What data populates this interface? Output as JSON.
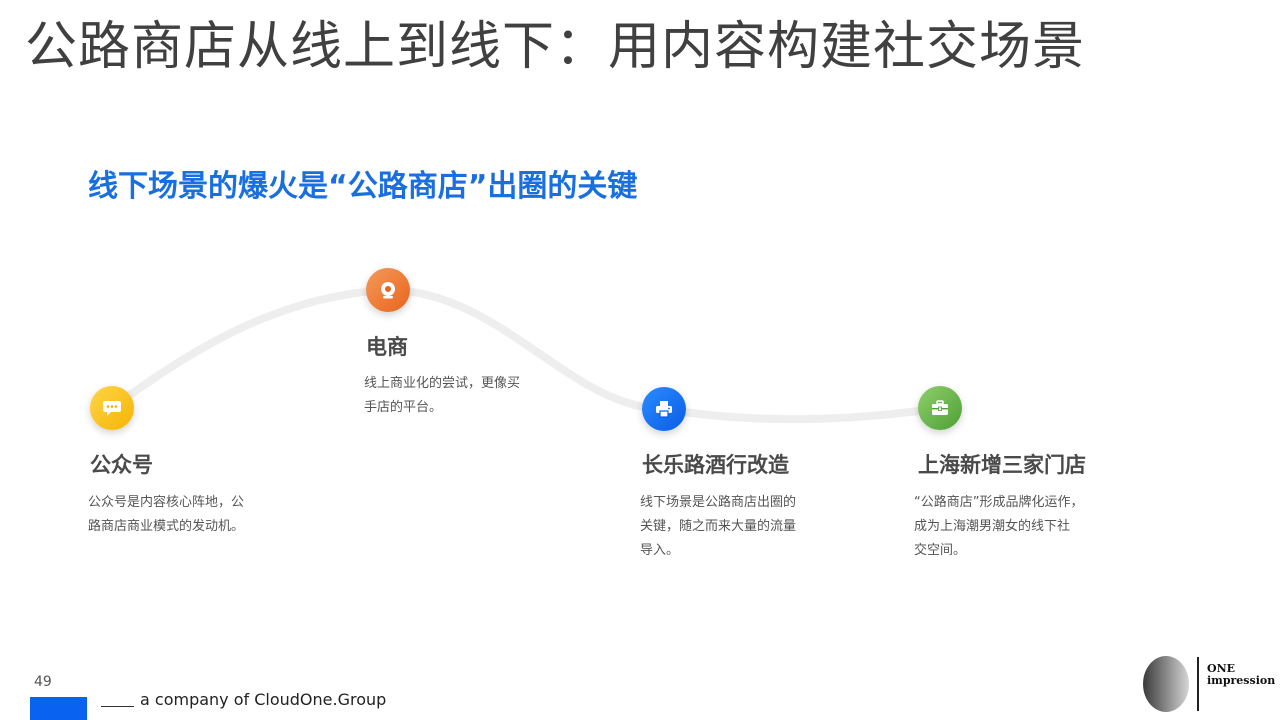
{
  "page": {
    "title": "公路商店从线上到线下：用内容构建社交场景",
    "subtitle": "线下场景的爆火是“公路商店”出圈的关键"
  },
  "timeline": {
    "colors": {
      "curve": "#eeeeee",
      "yellow": "#f5b400",
      "orange": "#e8641e",
      "blue": "#0a5ce6",
      "green": "#4e9e36"
    },
    "steps": [
      {
        "icon": "chat-bubble-icon",
        "title": "公众号",
        "desc_lines": [
          "公众号是内容核心阵地，公",
          "路商店商业模式的发动机。"
        ]
      },
      {
        "icon": "webcam-icon",
        "title": "电商",
        "desc_lines": [
          "线上商业化的尝试，更像买",
          "手店的平台。"
        ]
      },
      {
        "icon": "printer-icon",
        "title": "长乐路酒行改造",
        "desc_lines": [
          "线下场景是公路商店出圈的",
          "关键，随之而来大量的流量",
          "导入。"
        ]
      },
      {
        "icon": "toolbox-icon",
        "title": "上海新增三家门店",
        "desc_lines": [
          "“公路商店”形成品牌化运作，",
          "成为上海潮男潮女的线下社",
          "交空间。"
        ]
      }
    ]
  },
  "footer": {
    "page_number": "49",
    "company": "a company of CloudOne.Group",
    "brand_color": "#0a63f0",
    "logo_line1": "ONE",
    "logo_line2": "impression"
  }
}
